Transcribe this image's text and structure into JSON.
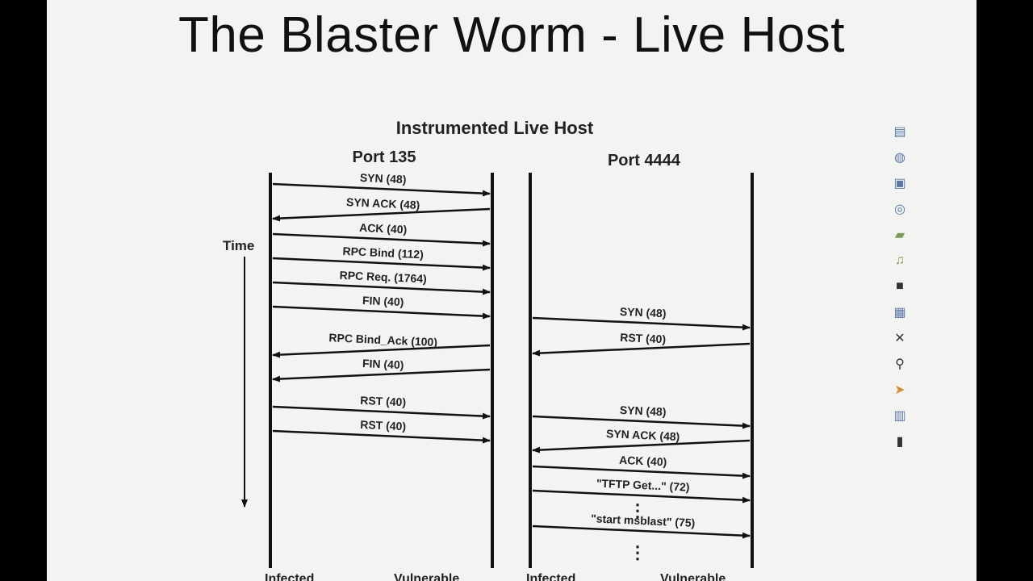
{
  "slide": {
    "title": "The Blaster Worm - Live Host",
    "diagram_title": "Instrumented Live Host",
    "time_label": "Time"
  },
  "panels": [
    {
      "port_label": "Port 135",
      "bottom_left": "Infected",
      "bottom_right": "Vulnerable",
      "messages": [
        {
          "label": "SYN (48)",
          "direction": "right"
        },
        {
          "label": "SYN ACK (48)",
          "direction": "left"
        },
        {
          "label": "ACK (40)",
          "direction": "right"
        },
        {
          "label": "RPC Bind (112)",
          "direction": "right"
        },
        {
          "label": "RPC Req. (1764)",
          "direction": "right"
        },
        {
          "label": "FIN (40)",
          "direction": "right"
        },
        {
          "label": "RPC Bind_Ack (100)",
          "direction": "left"
        },
        {
          "label": "FIN (40)",
          "direction": "left"
        },
        {
          "label": "RST (40)",
          "direction": "right"
        },
        {
          "label": "RST (40)",
          "direction": "right"
        }
      ]
    },
    {
      "port_label": "Port 4444",
      "bottom_left": "Infected",
      "bottom_right": "Vulnerable",
      "messages": [
        {
          "label": "SYN (48)",
          "direction": "right"
        },
        {
          "label": "RST (40)",
          "direction": "left"
        },
        {
          "label": "SYN (48)",
          "direction": "right"
        },
        {
          "label": "SYN ACK (48)",
          "direction": "left"
        },
        {
          "label": "ACK (40)",
          "direction": "right"
        },
        {
          "label": "\"TFTP Get...\" (72)",
          "direction": "right"
        },
        {
          "label": "\"start msblast\" (75)",
          "direction": "right"
        }
      ]
    }
  ],
  "toolbar": {
    "icons": [
      "presentation-icon",
      "globe-icon",
      "document-icon",
      "search-icon",
      "folder-icon",
      "music-icon",
      "terminal-icon",
      "calendar-icon",
      "close-icon",
      "magnifier-icon",
      "pointer-icon",
      "chart-icon",
      "trash-icon"
    ],
    "colors": {
      "blue": "#5a78a8",
      "green": "#7c9a5a",
      "orange": "#d98a3a",
      "dark": "#333333"
    }
  }
}
